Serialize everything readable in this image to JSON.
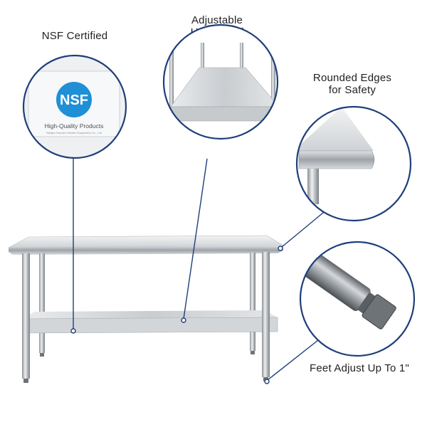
{
  "callouts": {
    "nsf": {
      "label": "NSF Certified",
      "badge_text": "NSF",
      "card_title": "High-Quality Products",
      "card_small": "Ningbo Hunnier Kitchen Equipment Co., Ltd"
    },
    "undershelf": {
      "label_line1": "Adjustable",
      "label_line2": "Undershelf"
    },
    "edges": {
      "label_line1": "Rounded Edges",
      "label_line2": "for Safety"
    },
    "feet": {
      "label": "Feet Adjust Up To 1\""
    }
  },
  "colors": {
    "circle_stroke": "#1f3f7a",
    "nsf_blue": "#1f8fd6",
    "steel_light": "#e6e8ea",
    "steel_mid": "#b9bdc1",
    "steel_dark": "#7d8389"
  }
}
